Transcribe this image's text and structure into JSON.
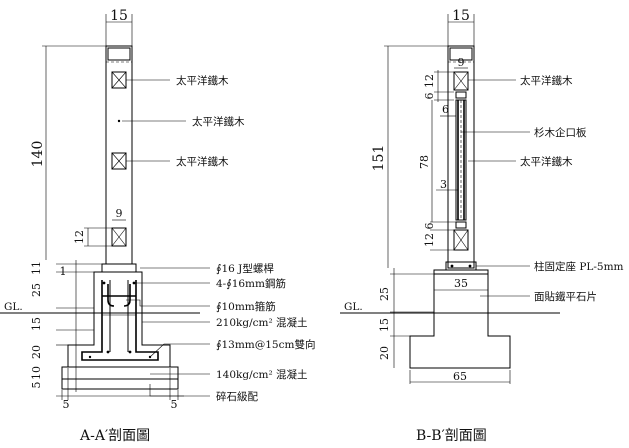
{
  "section_a": {
    "title": "A-A′剖面圖",
    "dims": {
      "top_width": "15",
      "height_140": "140",
      "block_9": "9",
      "block_12": "12",
      "base_11": "11",
      "base_1": "1",
      "base_25": "25",
      "base_15": "15",
      "base_20": "20",
      "base_10": "10",
      "base_5a": "5",
      "foot_5l": "5",
      "foot_5r": "5"
    },
    "labels": {
      "wood_1": "太平洋鐵木",
      "wood_2": "太平洋鐵木",
      "wood_3": "太平洋鐵木",
      "bolt": "∮16 J型螺桿",
      "rebar": "4-∮16mm鋼筋",
      "stirrup": "∮10mm箍筋",
      "concrete_210": "210kg/cm² 混凝土",
      "rebar_13": "∮13mm@15cm雙向",
      "concrete_140": "140kg/cm² 混凝土",
      "gravel": "碎石級配"
    },
    "gl": "GL."
  },
  "section_b": {
    "title": "B-B′剖面圖",
    "dims": {
      "top_width": "15",
      "height_151": "151",
      "w_9": "9",
      "h_6a": "6",
      "h_12a": "12",
      "w_6": "6",
      "h_78": "78",
      "w_3": "3",
      "h_6b": "6",
      "h_12b": "12",
      "base_25": "25",
      "base_15": "15",
      "base_20": "20",
      "w_35": "35",
      "w_65": "65"
    },
    "labels": {
      "wood_1": "太平洋鐵木",
      "wood_board": "杉木企口板",
      "wood_2": "太平洋鐵木",
      "base_seat": "柱固定座 PL-5mm",
      "stone": "面貼鐵平石片"
    },
    "gl": "GL."
  }
}
